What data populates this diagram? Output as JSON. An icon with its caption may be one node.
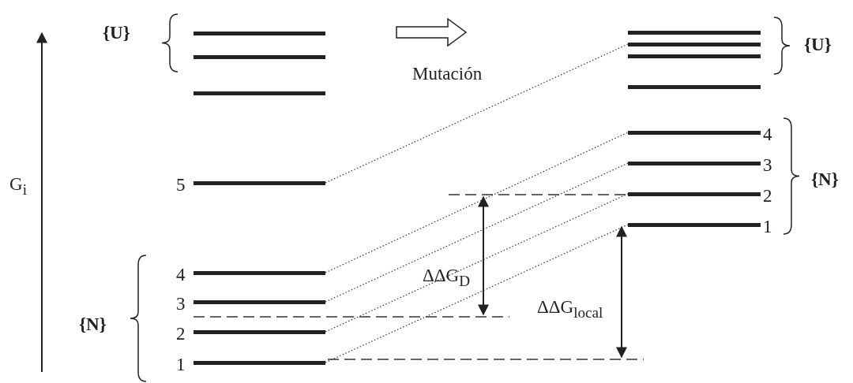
{
  "diagram": {
    "nodes": [
      {
        "text": [],
        "shape": "bar"
      },
      {
        "text": [],
        "shape": "bar"
      },
      {
        "text": [],
        "shape": "bar"
      },
      {
        "text": [],
        "shape": "bar",
        "beside": [
          "5"
        ]
      },
      {
        "text": [],
        "shape": "bar",
        "beside": [
          "4"
        ]
      },
      {
        "text": [],
        "shape": "bar",
        "beside": [
          "3"
        ]
      },
      {
        "text": [],
        "shape": "bar",
        "beside": [
          "2"
        ]
      },
      {
        "text": [],
        "shape": "bar",
        "beside": [
          "1"
        ]
      },
      {
        "text": [],
        "shape": "bar"
      },
      {
        "text": [],
        "shape": "bar"
      },
      {
        "text": [],
        "shape": "bar"
      },
      {
        "text": [],
        "shape": "bar"
      },
      {
        "text": [],
        "shape": "bar",
        "beside": [
          "4"
        ]
      },
      {
        "text": [],
        "shape": "bar",
        "beside": [
          "3"
        ]
      },
      {
        "text": [],
        "shape": "bar",
        "beside": [
          "2"
        ]
      },
      {
        "text": [],
        "shape": "bar",
        "beside": [
          "1"
        ]
      }
    ],
    "edges": [
      {
        "from": 3,
        "to": 9,
        "arrow": "none"
      },
      {
        "from": 4,
        "to": 12,
        "arrow": "none"
      },
      {
        "from": 5,
        "to": 13,
        "arrow": "none"
      },
      {
        "from": 6,
        "to": 14,
        "arrow": "none"
      },
      {
        "from": 7,
        "to": 15,
        "arrow": "none"
      }
    ],
    "labels": [
      "{U}",
      "{U}",
      "Mutación",
      "G$_{i}$",
      "{N}",
      "ΔΔG$_{D}$",
      "ΔΔG$_{local}$",
      "{N}"
    ]
  }
}
